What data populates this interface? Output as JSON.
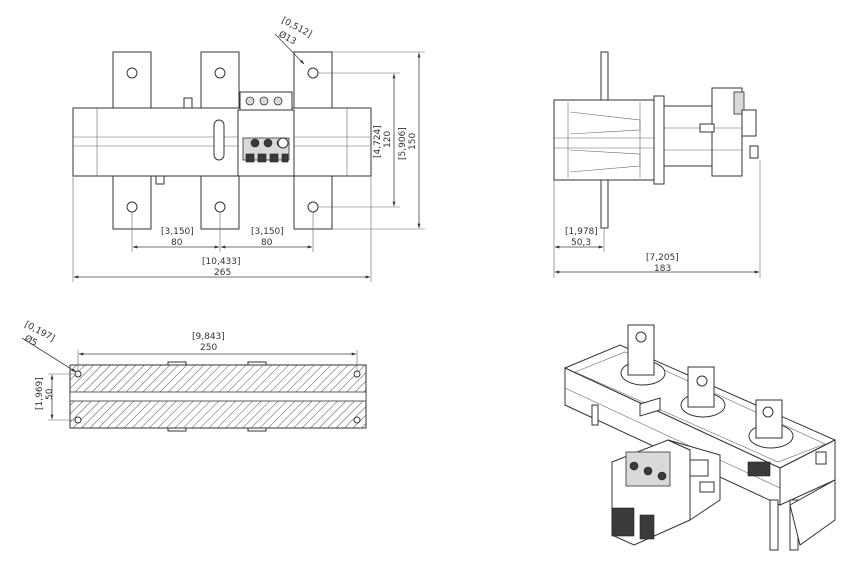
{
  "front_view": {
    "hole_dia_in": "[0,512]",
    "hole_dia_mm": "Ø13",
    "height_in_1": "[4,724]",
    "height_mm_1": "120",
    "height_in_2": "[5,906]",
    "height_mm_2": "150",
    "pitch_in_left": "[3,150]",
    "pitch_mm_left": "80",
    "pitch_in_right": "[3,150]",
    "pitch_mm_right": "80",
    "width_in_inner": "[10,433]",
    "width_mm_total": "265"
  },
  "side_view": {
    "offset_in": "[1,978]",
    "offset_mm": "50,3",
    "depth_in": "[7,205]",
    "depth_mm": "183"
  },
  "base_plate": {
    "hole_dia_in": "[0,197]",
    "hole_dia_mm": "Ø5",
    "length_in": "[9,843]",
    "length_mm": "250",
    "height_in": "[1,969]",
    "height_mm": "50"
  }
}
